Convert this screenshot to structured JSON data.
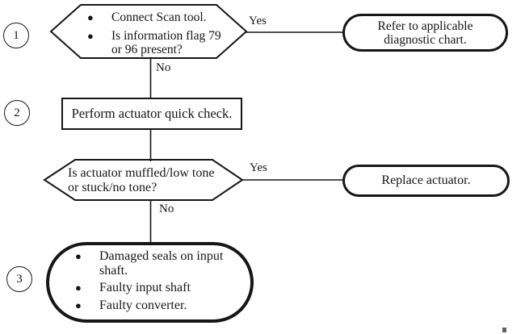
{
  "page": {
    "background": "#ffffff",
    "ink": "#161616"
  },
  "flowchart": {
    "steps": [
      {
        "number": "1"
      },
      {
        "number": "2"
      },
      {
        "number": "3"
      }
    ],
    "decision1": {
      "bullets": [
        "Connect Scan tool.",
        "Is information flag 79 or 96 present?"
      ]
    },
    "action2": {
      "label": "Perform actuator quick check."
    },
    "decision2": {
      "label": "Is actuator muffled/low tone or stuck/no tone?"
    },
    "terminal_yes1": {
      "label": "Refer to applicable diagnostic chart."
    },
    "terminal_yes2": {
      "label": "Replace actuator."
    },
    "result3": {
      "bullets": [
        "Damaged seals on input shaft.",
        "Faulty input shaft",
        "Faulty converter."
      ]
    },
    "edges": {
      "yes1": "Yes",
      "no1": "No",
      "yes2": "Yes",
      "no2": "No"
    }
  }
}
